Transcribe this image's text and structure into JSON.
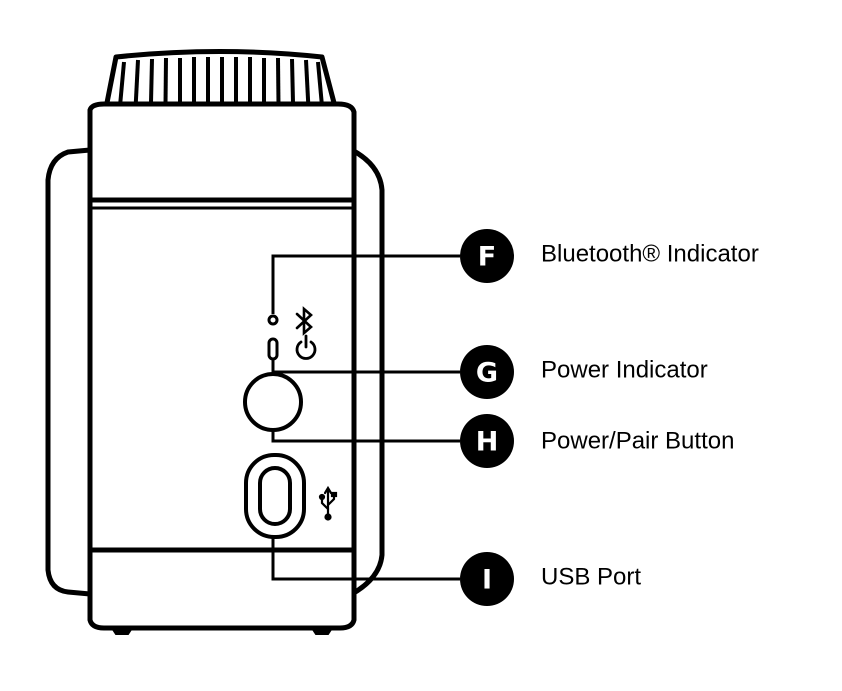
{
  "colors": {
    "line": "#000000",
    "background": "#ffffff",
    "badge_text": "#ffffff"
  },
  "icons": {
    "bluetooth": "bluetooth-icon",
    "power": "power-icon",
    "usb": "usb-icon"
  },
  "callouts": [
    {
      "letter": "F",
      "label": "Bluetooth® Indicator"
    },
    {
      "letter": "G",
      "label": "Power Indicator"
    },
    {
      "letter": "H",
      "label": "Power/Pair Button"
    },
    {
      "letter": "I",
      "label": "USB Port"
    }
  ]
}
